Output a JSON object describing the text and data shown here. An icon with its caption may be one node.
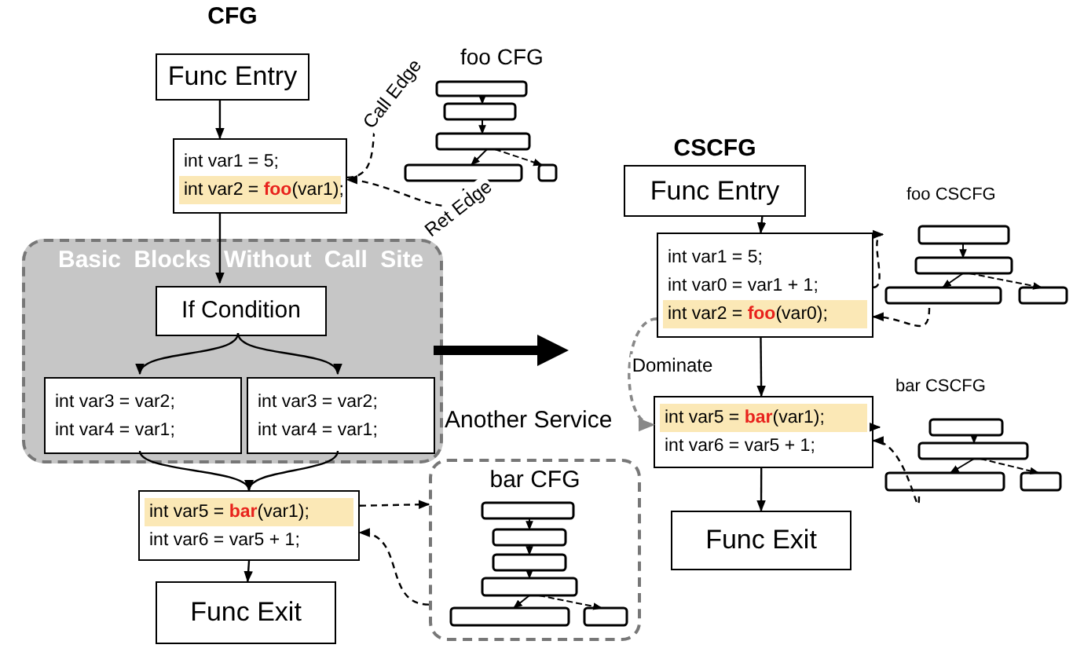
{
  "diagram": {
    "nodes": [
      {
        "text": [
          "Func Entry"
        ]
      },
      {
        "text": [
          "int var1 = 5;",
          "int var2 = **foo**(var1);"
        ]
      },
      {
        "text": [
          "foo CFG"
        ]
      },
      {
        "text": [
          "Basic Blocks Without Call Site"
        ]
      },
      {
        "text": [
          "If Condition"
        ],
        "in": 3
      },
      {
        "text": [
          "int var3 = var2;",
          "int var4 = var1;"
        ],
        "in": 3
      },
      {
        "text": [
          "int var3 = var2;",
          "int var4 = var1;"
        ],
        "in": 3
      },
      {
        "text": [
          "int var5 = **bar**(var1);",
          "int var6 = var5 + 1;"
        ]
      },
      {
        "text": [
          "Func Exit"
        ]
      },
      {
        "text": [
          "bar CFG"
        ]
      },
      {
        "text": [
          "Func Entry"
        ]
      },
      {
        "text": [
          "int var1 = 5;",
          "int var0 = var1 + 1;",
          "int var2 = **foo**(var0);"
        ]
      },
      {
        "text": [
          "foo CSCFG"
        ]
      },
      {
        "text": [
          "int var5 = **bar**(var1);",
          "int var6 = var5 + 1;"
        ]
      },
      {
        "text": [
          "bar CSCFG"
        ]
      },
      {
        "text": [
          "Func Exit"
        ]
      }
    ],
    "edges": [
      {
        "from": 0,
        "to": 1,
        "arrow": "to"
      },
      {
        "from": 1,
        "to": 4,
        "arrow": "to"
      },
      {
        "from": 4,
        "to": 5,
        "arrow": "to"
      },
      {
        "from": 4,
        "to": 6,
        "arrow": "to"
      },
      {
        "from": 5,
        "to": 7,
        "arrow": "to"
      },
      {
        "from": 6,
        "to": 7,
        "arrow": "to"
      },
      {
        "from": 7,
        "to": 8,
        "arrow": "to"
      },
      {
        "from": 1,
        "to": 2,
        "arrow": "to",
        "label": "Call Edge",
        "style": "dashed"
      },
      {
        "from": 2,
        "to": 1,
        "arrow": "to",
        "label": "Ret Edge",
        "style": "dashed"
      },
      {
        "from": 7,
        "to": 9,
        "arrow": "to",
        "style": "dashed"
      },
      {
        "from": 9,
        "to": 7,
        "arrow": "to",
        "style": "dashed"
      },
      {
        "from": 10,
        "to": 11,
        "arrow": "to"
      },
      {
        "from": 11,
        "to": 13,
        "arrow": "to"
      },
      {
        "from": 13,
        "to": 15,
        "arrow": "to"
      },
      {
        "from": 11,
        "to": 12,
        "arrow": "to",
        "style": "dashed"
      },
      {
        "from": 12,
        "to": 11,
        "arrow": "to",
        "style": "dashed"
      },
      {
        "from": 13,
        "to": 14,
        "arrow": "to",
        "style": "dashed"
      },
      {
        "from": 14,
        "to": 13,
        "arrow": "to",
        "style": "dashed"
      },
      {
        "from": 11,
        "to": 13,
        "arrow": "to",
        "label": "Dominate",
        "style": "dashed",
        "color": "#888888"
      }
    ],
    "labels": [
      "CFG",
      "CSCFG",
      "Another Service"
    ]
  }
}
